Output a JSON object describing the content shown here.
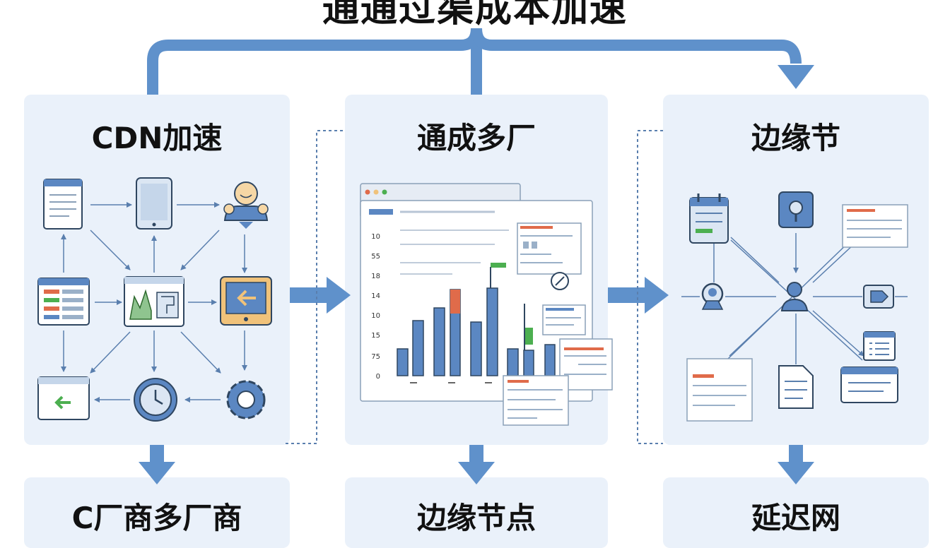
{
  "title": "通通过渠成本加速",
  "panels": [
    {
      "title": "CDN加速",
      "label": "C厂商多厂商"
    },
    {
      "title": "通成多厂",
      "label": "边缘节点"
    },
    {
      "title": "边缘节",
      "label": "延迟网"
    }
  ],
  "chart_data": {
    "type": "bar",
    "yticks": [
      "10",
      "55",
      "18",
      "14",
      "10",
      "15",
      "75",
      "0"
    ],
    "colors": {
      "bar": "#5b87c2",
      "accent_red": "#e06b4a",
      "accent_green": "#4caf50",
      "arrow": "#5f91cb"
    }
  }
}
